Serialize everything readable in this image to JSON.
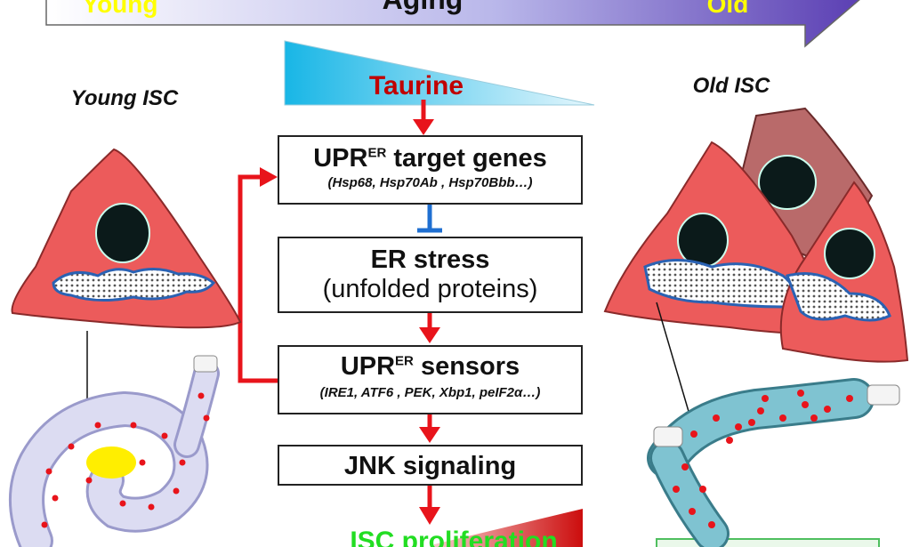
{
  "aging_bar": {
    "left_label": "Young",
    "center_label": "Aging",
    "right_label": "Old"
  },
  "taurine_label": "Taurine",
  "young_label": "Young ISC",
  "old_label": "Old ISC",
  "boxes": [
    {
      "title_main": "UPR",
      "title_sup": "ER",
      "title_rest": " target genes",
      "subtitle": "(Hsp68, Hsp70Ab , Hsp70Bbb…)"
    },
    {
      "title": "ER stress",
      "subtitle": "(unfolded proteins)"
    },
    {
      "title_main": "UPR",
      "title_sup": "ER",
      "title_rest": " sensors",
      "subtitle": "(IRE1, ATF6 , PEK, Xbp1, peIF2α…)"
    },
    {
      "title": "JNK signaling"
    }
  ],
  "bottom_label": "ISC proliferation",
  "colors": {
    "arrow_red": "#e8141b",
    "inhibit_blue": "#1f6fd1",
    "cell_red": "#ec5b5b",
    "taurine_text": "#c00000",
    "young_text": "#ffff00",
    "old_text": "#ffff00",
    "proliferation_text": "#22dd22"
  },
  "icons": [
    "cell-icon",
    "gut-icon",
    "arrow-icon",
    "inhibit-icon"
  ]
}
